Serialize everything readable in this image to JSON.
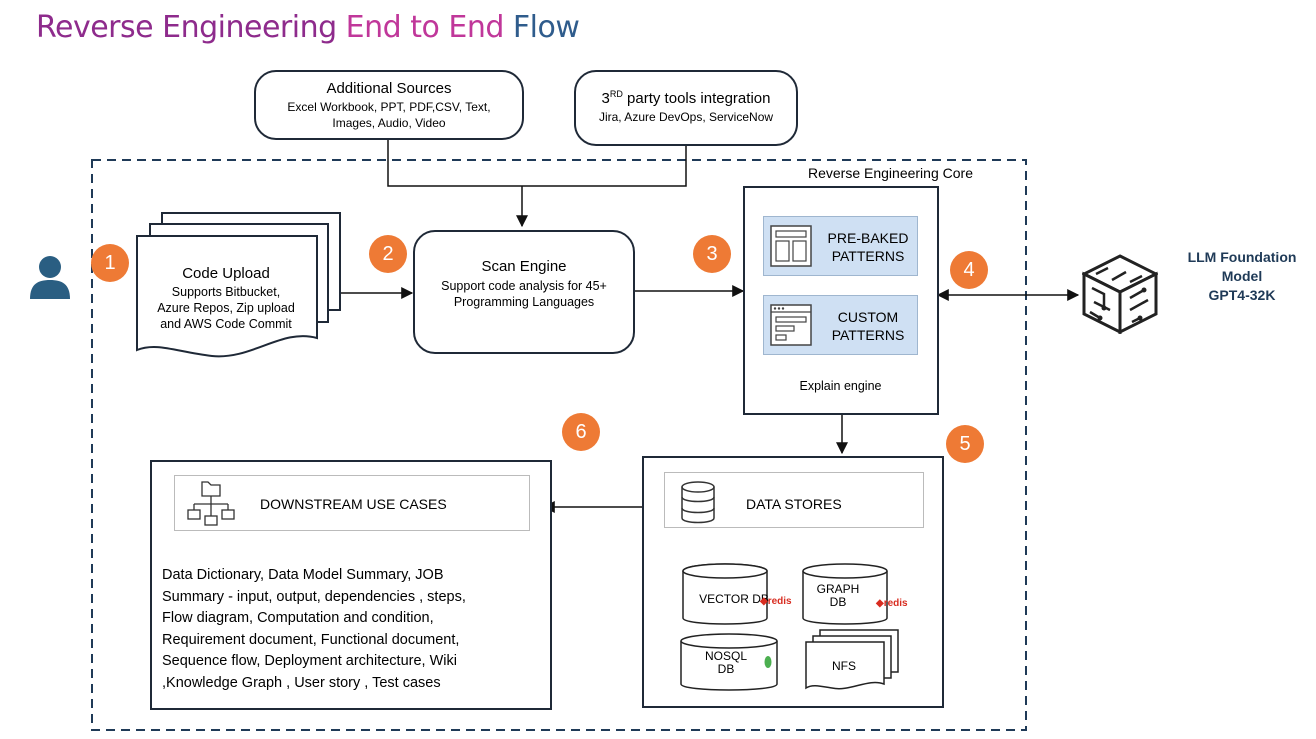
{
  "title": {
    "part1": "Reverse Engineering ",
    "part2": "End to End ",
    "part3": "Flow",
    "colors": [
      "#8e2b8c",
      "#c0379a",
      "#2f5c8c"
    ]
  },
  "additional_sources": {
    "heading": "Additional Sources",
    "line1": "Excel Workbook, PPT, PDF,CSV, Text,",
    "line2": "Images, Audio, Video"
  },
  "third_party": {
    "heading_num": "3",
    "heading_sup": "RD",
    "heading_rest": " party tools integration",
    "line1": "Jira, Azure DevOps, ServiceNow"
  },
  "core_label": "Reverse Engineering Core",
  "code_upload": {
    "heading": "Code Upload",
    "line1": "Supports Bitbucket,",
    "line2": "Azure Repos,  Zip upload",
    "line3": "and AWS  Code Commit"
  },
  "scan_engine": {
    "heading": "Scan Engine",
    "line1": "Support code analysis for 45+",
    "line2": "Programming Languages"
  },
  "patterns": {
    "prebaked_1": "PRE-BAKED",
    "prebaked_2": "PATTERNS",
    "custom_1": "CUSTOM",
    "custom_2": "PATTERNS",
    "explain": "Explain engine"
  },
  "llm": {
    "line1": "LLM Foundation",
    "line2": "Model",
    "line3": "GPT4-32K"
  },
  "steps": [
    "1",
    "2",
    "3",
    "4",
    "5",
    "6"
  ],
  "data_stores": {
    "heading": "DATA STORES",
    "vector": "VECTOR DB",
    "graph_1": "GRAPH",
    "graph_2": "DB",
    "nosql_1": "NOSQL",
    "nosql_2": "DB",
    "nfs": "NFS",
    "redis": "redis"
  },
  "downstream": {
    "heading": "DOWNSTREAM USE CASES",
    "lines": [
      "Data Dictionary, Data Model Summary, JOB",
      "Summary  - input, output, dependencies , steps,",
      "Flow diagram, Computation and condition,",
      "Requirement document, Functional document,",
      "Sequence flow, Deployment architecture, Wiki",
      ",Knowledge Graph , User story , Test cases"
    ]
  },
  "icons": [
    "user-icon",
    "layout-icon",
    "form-icon",
    "llm-cube-icon",
    "database-icon",
    "folder-tree-icon"
  ]
}
